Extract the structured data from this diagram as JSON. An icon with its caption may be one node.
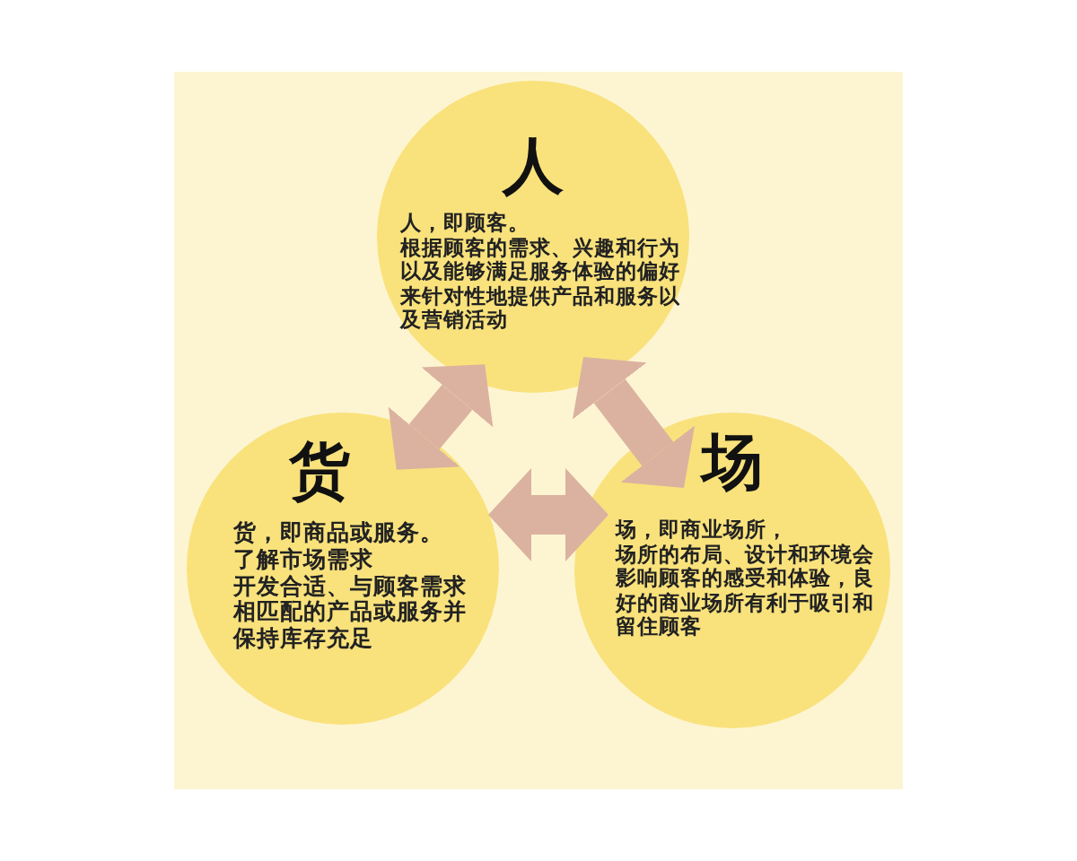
{
  "diagram": {
    "nodes": [
      {
        "text": [
          "人",
          "人，即顾客。",
          "根据顾客的需求、兴趣和行为以及能够满足服务体验的偏好来针对性地提供产品和服务以及营销活动"
        ]
      },
      {
        "text": [
          "货",
          "货，即商品或服务。",
          "了解市场需求",
          "开发合适、与顾客需求相匹配的产品或服务并保持库存充足"
        ]
      },
      {
        "text": [
          "场",
          "场，即商业场所，",
          "场所的布局、设计和环境会影响顾客的感受和体验，良好的商业场所有利于吸引和留住顾客"
        ]
      }
    ],
    "edges": [
      {
        "from": 0,
        "to": 1,
        "arrow": "both"
      },
      {
        "from": 0,
        "to": 2,
        "arrow": "both"
      },
      {
        "from": 1,
        "to": 2,
        "arrow": "both"
      }
    ]
  }
}
